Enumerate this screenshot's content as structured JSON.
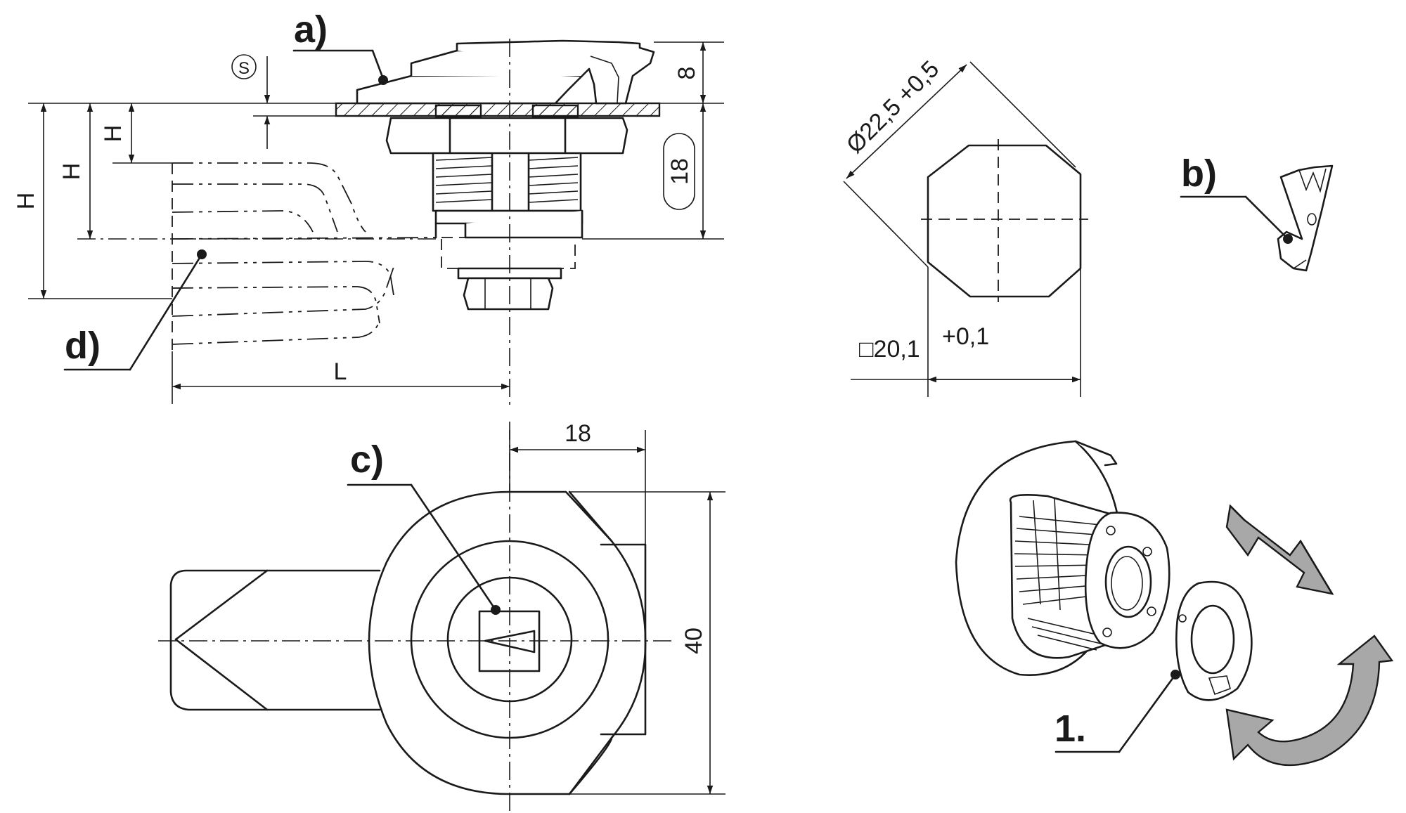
{
  "labels": {
    "a": "a)",
    "b": "b)",
    "c": "c)",
    "d": "d)",
    "one": "1."
  },
  "dimensions": {
    "s_symbol": "S",
    "h_small": "H",
    "h_mid": "H",
    "h_large": "H",
    "length": "L",
    "top_8": "8",
    "side_18": "18",
    "front_18": "18",
    "front_40": "40",
    "diameter": "Ø22,5 +0,5",
    "square": "□20,1",
    "square_tol": "+0,1"
  },
  "colors": {
    "line": "#1a1a1a",
    "arrow_fill": "#a8a8a8",
    "background": "#ffffff"
  }
}
